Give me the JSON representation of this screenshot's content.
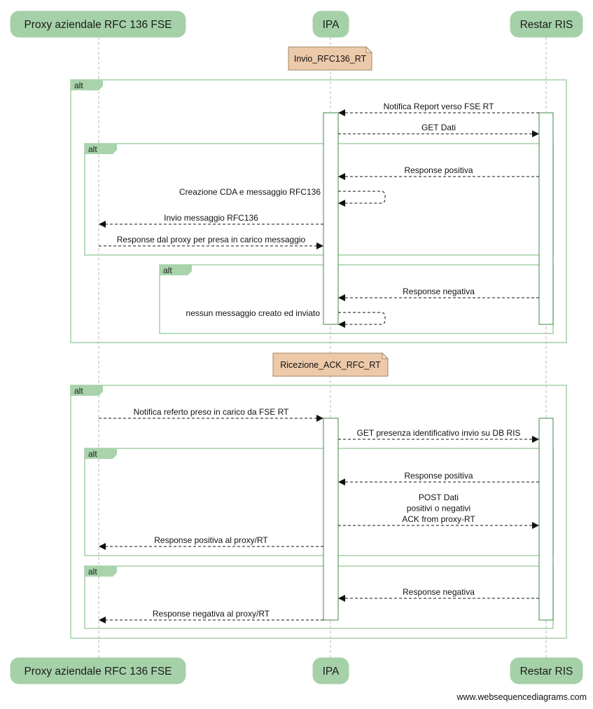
{
  "participants": [
    {
      "id": "proxy",
      "label": "Proxy aziendale RFC 136  FSE"
    },
    {
      "id": "ipa",
      "label": "IPA"
    },
    {
      "id": "ris",
      "label": "Restar RIS"
    }
  ],
  "notes": [
    {
      "text": "Invio_RFC136_RT"
    },
    {
      "text": "Ricezione_ACK_RFC_RT"
    }
  ],
  "frames": [
    {
      "label": "alt"
    },
    {
      "label": "alt"
    },
    {
      "label": "alt"
    },
    {
      "label": "alt"
    },
    {
      "label": "alt"
    },
    {
      "label": "alt"
    }
  ],
  "messages": [
    {
      "from": "ris",
      "to": "ipa",
      "label": "Notifica Report verso FSE RT"
    },
    {
      "from": "ipa",
      "to": "ris",
      "label": "GET Dati"
    },
    {
      "from": "ris",
      "to": "ipa",
      "label": "Response positiva"
    },
    {
      "from": "ipa",
      "to": "ipa",
      "label": "Creazione CDA e messaggio RFC136"
    },
    {
      "from": "ipa",
      "to": "proxy",
      "label": "Invio messaggio RFC136"
    },
    {
      "from": "proxy",
      "to": "ipa",
      "label": "Response dal proxy per presa in carico messaggio"
    },
    {
      "from": "ris",
      "to": "ipa",
      "label": "Response negativa"
    },
    {
      "from": "ipa",
      "to": "ipa",
      "label": "nessun messaggio creato ed inviato"
    },
    {
      "from": "proxy",
      "to": "ipa",
      "label": "Notifica referto preso in carico da FSE RT"
    },
    {
      "from": "ipa",
      "to": "ris",
      "label": "GET presenza identificativo invio su DB RIS"
    },
    {
      "from": "ris",
      "to": "ipa",
      "label": "Response positiva"
    },
    {
      "from": "ipa",
      "to": "ris",
      "label": [
        "POST Dati",
        "positivi o negativi",
        "ACK from proxy-RT"
      ]
    },
    {
      "from": "ipa",
      "to": "proxy",
      "label": "Response positiva al proxy/RT"
    },
    {
      "from": "ris",
      "to": "ipa",
      "label": "Response negativa"
    },
    {
      "from": "ipa",
      "to": "proxy",
      "label": "Response negativa al proxy/RT"
    }
  ],
  "watermark": "www.websequencediagrams.com"
}
